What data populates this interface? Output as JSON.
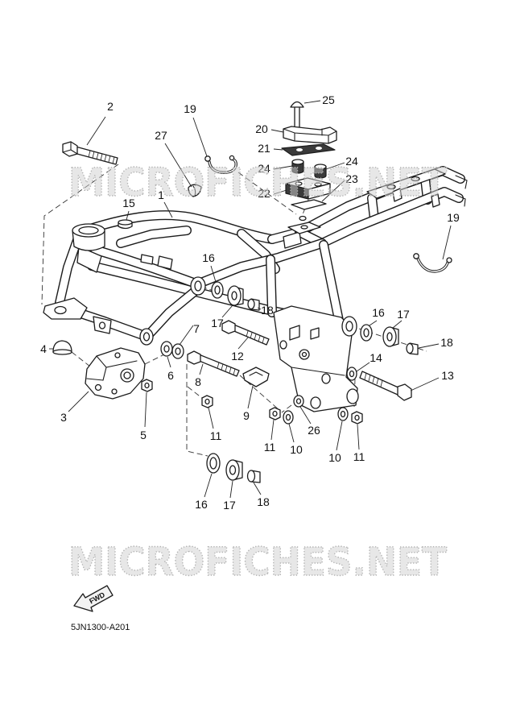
{
  "diagram": {
    "watermark": "MICROFICHES.NET",
    "fwd_label": "FWD",
    "code": "5JN1300-A201"
  },
  "callouts": [
    "2",
    "19",
    "25",
    "20",
    "21",
    "24",
    "24",
    "23",
    "22",
    "27",
    "1",
    "15",
    "19",
    "16",
    "17",
    "18",
    "7",
    "16",
    "17",
    "18",
    "4",
    "12",
    "6",
    "14",
    "13",
    "8",
    "3",
    "5",
    "9",
    "26",
    "11",
    "11",
    "10",
    "10",
    "11",
    "16",
    "17",
    "18"
  ]
}
